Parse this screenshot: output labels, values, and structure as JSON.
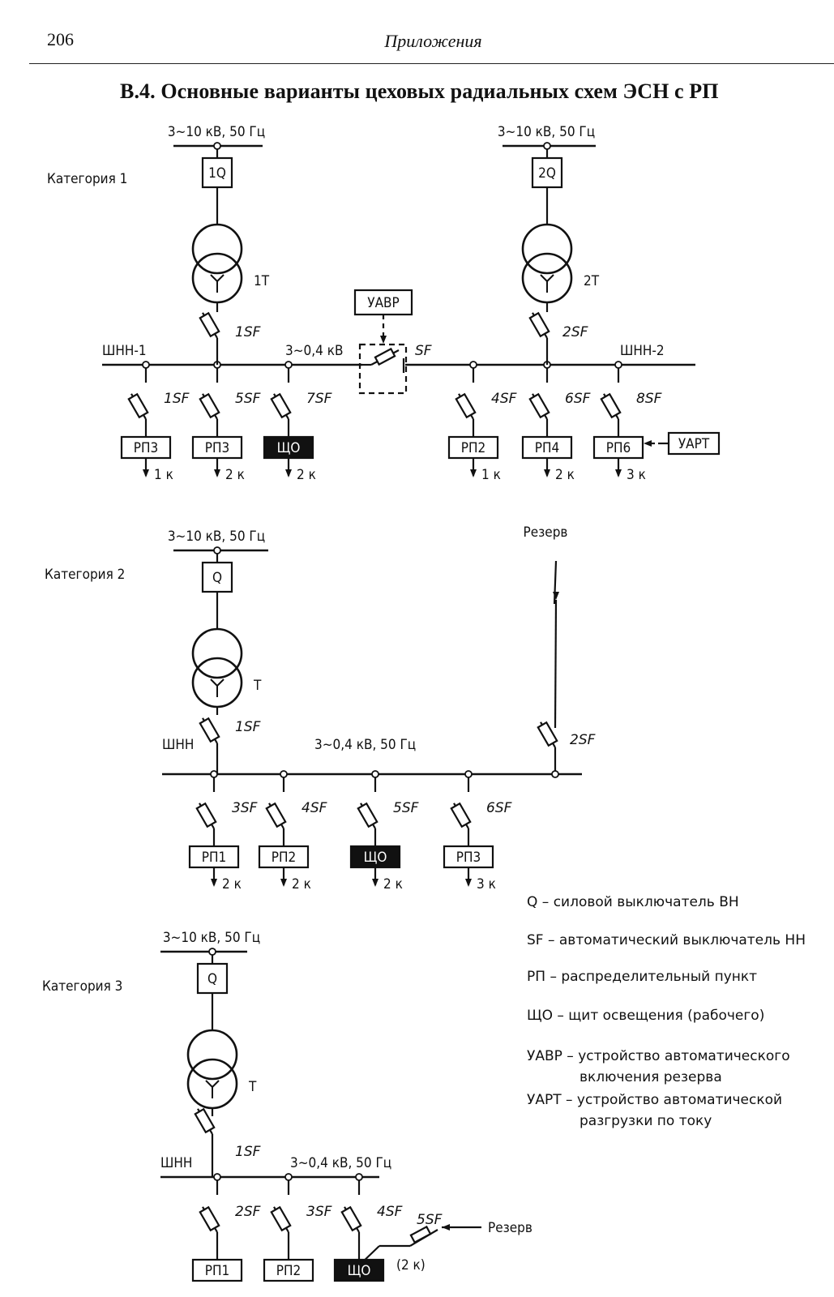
{
  "header": {
    "page_number": "206",
    "running_head": "Приложения",
    "section_title": "В.4. Основные варианты цеховых радиальных схем ЭСН с РП"
  },
  "category1": {
    "label": "Категория 1",
    "left": {
      "supply_label": "3~10 кВ,   50 Гц",
      "hv_breaker": "1Q",
      "transformer": "1T",
      "main_breaker": "1SF",
      "bus_name": "ШНН-1",
      "bus_voltage": "3~0,4 кВ",
      "feeders": [
        {
          "breaker": "1SF",
          "load": "РП3",
          "category": "1 к",
          "dark": false
        },
        {
          "breaker": "5SF",
          "load": "РП3",
          "category": "2 к",
          "dark": false
        },
        {
          "breaker": "7SF",
          "load": "ЩО",
          "category": "2 к",
          "dark": true
        }
      ]
    },
    "tie": {
      "control": "УАВР",
      "breaker": "SF"
    },
    "right": {
      "supply_label": "3~10 кВ,   50 Гц",
      "hv_breaker": "2Q",
      "transformer": "2T",
      "main_breaker": "2SF",
      "bus_name": "ШНН-2",
      "feeders": [
        {
          "breaker": "4SF",
          "load": "РП2",
          "category": "1 к",
          "dark": false
        },
        {
          "breaker": "6SF",
          "load": "РП4",
          "category": "2 к",
          "dark": false
        },
        {
          "breaker": "8SF",
          "load": "РП6",
          "category": "3 к",
          "dark": false
        }
      ],
      "load_shedding": "УАРТ"
    }
  },
  "category2": {
    "label": "Категория 2",
    "supply_label": "3~10 кВ,   50 Гц",
    "hv_breaker": "Q",
    "transformer": "T",
    "main_breaker": "1SF",
    "bus_name": "ШНН",
    "bus_voltage": "3~0,4 кВ, 50 Гц",
    "reserve_label": "Резерв",
    "reserve_breaker": "2SF",
    "feeders": [
      {
        "breaker": "3SF",
        "load": "РП1",
        "category": "2 к",
        "dark": false
      },
      {
        "breaker": "4SF",
        "load": "РП2",
        "category": "2 к",
        "dark": false
      },
      {
        "breaker": "5SF",
        "load": "ЩО",
        "category": "2 к",
        "dark": true
      },
      {
        "breaker": "6SF",
        "load": "РП3",
        "category": "3 к",
        "dark": false
      }
    ]
  },
  "category3": {
    "label": "Категория 3",
    "supply_label": "3~10 кВ,   50 Гц",
    "hv_breaker": "Q",
    "transformer": "T",
    "main_breaker": "1SF",
    "bus_name": "ШНН",
    "bus_voltage": "3~0,4 кВ, 50 Гц",
    "feeders": [
      {
        "breaker": "2SF",
        "load": "РП1",
        "dark": false
      },
      {
        "breaker": "3SF",
        "load": "РП2",
        "dark": false
      },
      {
        "breaker": "4SF",
        "load": "ЩО",
        "dark": true
      }
    ],
    "lighting_category": "(2 к)",
    "reserve_breaker": "5SF",
    "reserve_label": "Резерв"
  },
  "legend": [
    {
      "abbr": "Q",
      "text": "силовой выключатель ВН"
    },
    {
      "abbr": "SF",
      "text": "автоматический выключатель НН"
    },
    {
      "abbr": "РП",
      "text": "распределительный пункт"
    },
    {
      "abbr": "ЩО",
      "text": "щит освещения (рабочего)"
    },
    {
      "abbr": "УАВР",
      "text": "устройство автоматического",
      "text2": "включения резерва"
    },
    {
      "abbr": "УАРТ",
      "text": "устройство автоматической",
      "text2": "разгрузки по току"
    }
  ],
  "colors": {
    "ink": "#111111",
    "paper": "#ffffff"
  }
}
